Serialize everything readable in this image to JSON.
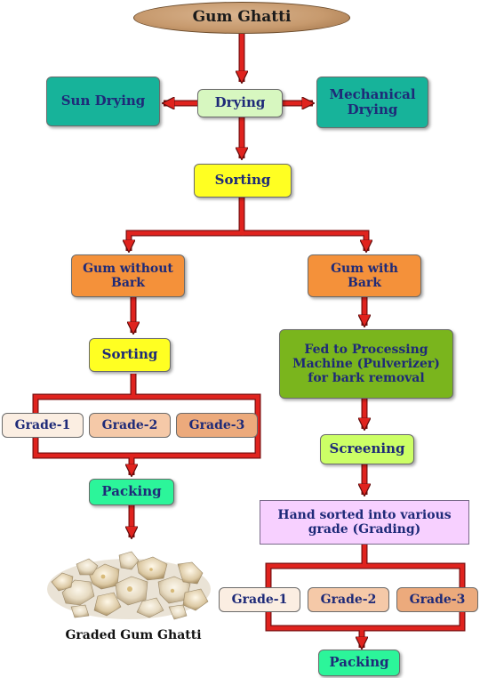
{
  "title": "Gum Ghatti",
  "drying": {
    "main": "Drying",
    "left": "Sun Drying",
    "right_line1": "Mechanical",
    "right_line2": "Drying"
  },
  "sorting_top": "Sorting",
  "left_branch": {
    "header_line1": "Gum without",
    "header_line2": "Bark",
    "sorting": "Sorting",
    "grades": [
      "Grade-1",
      "Grade-2",
      "Grade-3"
    ],
    "packing": "Packing",
    "image_caption": "Graded Gum Ghatti"
  },
  "right_branch": {
    "header_line1": "Gum with",
    "header_line2": "Bark",
    "processing_line1": "Fed to Processing",
    "processing_line2": "Machine (Pulverizer)",
    "processing_line3": "for bark removal",
    "screening": "Screening",
    "hand_sorted_line1": "Hand sorted into various",
    "hand_sorted_line2": "grade (Grading)",
    "grades": [
      "Grade-1",
      "Grade-2",
      "Grade-3"
    ],
    "packing": "Packing"
  },
  "colors": {
    "arrow_fill": "#e0231e",
    "arrow_outline": "#5a0a0a",
    "text": "#1e2a78"
  }
}
